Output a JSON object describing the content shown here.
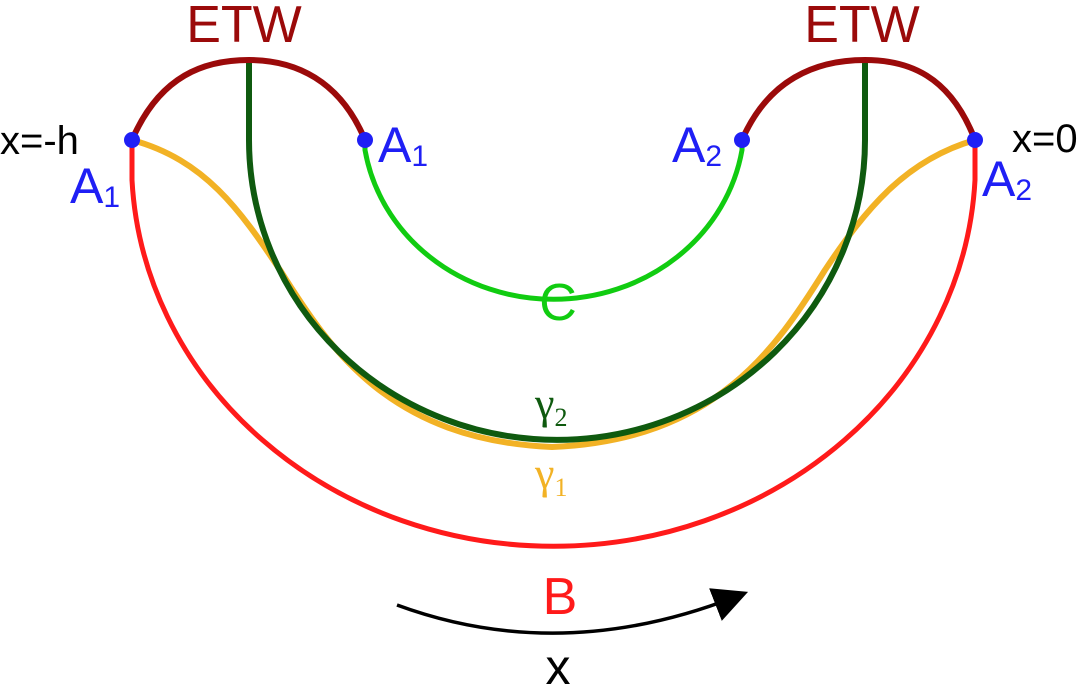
{
  "colors": {
    "etw": "#9b0a0a",
    "bulk_B": "#ff1a1a",
    "region_C": "#11cc11",
    "gamma1": "#f2b225",
    "gamma2": "#0f5a0f",
    "points": "#1f1ff5",
    "text_black": "#000000"
  },
  "labels": {
    "etw_left": "ETW",
    "etw_right": "ETW",
    "x_minus_h": "x=-h",
    "x_zero": "x=0",
    "a1_left": {
      "base": "A",
      "sub": "1"
    },
    "a1_inner": {
      "base": "A",
      "sub": "1"
    },
    "a2_inner": {
      "base": "A",
      "sub": "2"
    },
    "a2_right": {
      "base": "A",
      "sub": "2"
    },
    "region_c": "C",
    "region_b": "B",
    "gamma2": {
      "base": "γ",
      "sub": "2"
    },
    "gamma1": {
      "base": "γ",
      "sub": "1"
    },
    "x_direction": "x"
  }
}
